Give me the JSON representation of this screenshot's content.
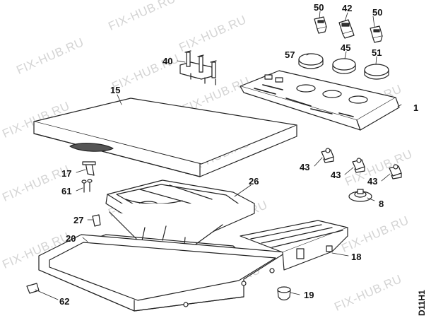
{
  "watermark": "FIX-HUB.RU",
  "drawing_code": "D11H1",
  "callouts": {
    "p1": "1",
    "p8": "8",
    "p15": "15",
    "p17": "17",
    "p18": "18",
    "p19": "19",
    "p20": "20",
    "p26": "26",
    "p27": "27",
    "p40": "40",
    "p42": "42",
    "p43a": "43",
    "p43b": "43",
    "p43c": "43",
    "p45": "45",
    "p50a": "50",
    "p50b": "50",
    "p51": "51",
    "p57": "57",
    "p61": "61",
    "p62": "62"
  }
}
